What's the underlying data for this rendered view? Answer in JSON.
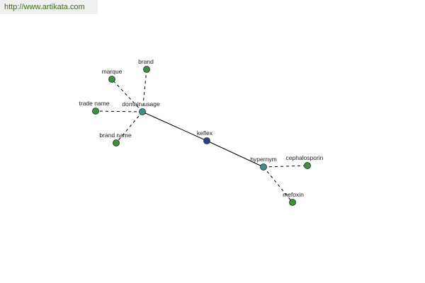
{
  "header": {
    "url": "http://www.artikata.com"
  },
  "colors": {
    "center": "#2f3f8f",
    "hub": "#3f8f8f",
    "leaf": "#3f8f3f",
    "node_stroke": "#1f2f1f",
    "edge": "#000000"
  },
  "graph": {
    "nodes": [
      {
        "id": "keflex",
        "label": "keflex",
        "kind": "center"
      },
      {
        "id": "domain-usage",
        "label": "domain usage",
        "kind": "hub"
      },
      {
        "id": "hypernym",
        "label": "hypernym",
        "kind": "hub"
      },
      {
        "id": "brand",
        "label": "brand",
        "kind": "leaf"
      },
      {
        "id": "marque",
        "label": "marque",
        "kind": "leaf"
      },
      {
        "id": "trade-name",
        "label": "trade name",
        "kind": "leaf"
      },
      {
        "id": "brand-name",
        "label": "brand name",
        "kind": "leaf"
      },
      {
        "id": "cephalosporin",
        "label": "cephalosporin",
        "kind": "leaf"
      },
      {
        "id": "mefoxin",
        "label": "mefoxin",
        "kind": "leaf"
      }
    ],
    "edges": [
      {
        "from": "domain-usage",
        "to": "keflex",
        "style": "solid"
      },
      {
        "from": "keflex",
        "to": "hypernym",
        "style": "solid"
      },
      {
        "from": "domain-usage",
        "to": "brand",
        "style": "dashed"
      },
      {
        "from": "domain-usage",
        "to": "marque",
        "style": "dashed"
      },
      {
        "from": "domain-usage",
        "to": "trade-name",
        "style": "dashed"
      },
      {
        "from": "domain-usage",
        "to": "brand-name",
        "style": "dashed"
      },
      {
        "from": "hypernym",
        "to": "cephalosporin",
        "style": "dashed"
      },
      {
        "from": "hypernym",
        "to": "mefoxin",
        "style": "dashed"
      }
    ]
  }
}
